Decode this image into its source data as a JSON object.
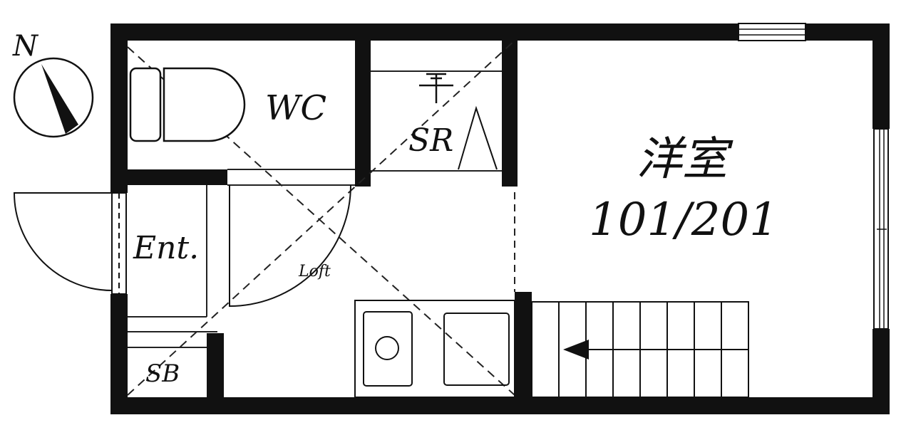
{
  "colors": {
    "wall": "#111111",
    "paper": "#ffffff",
    "line": "#222222"
  },
  "compass": {
    "label": "N",
    "icon": "north-arrow-icon"
  },
  "rooms": {
    "wc": "WC",
    "sr": "SR",
    "western_room": "洋室",
    "unit_numbers": "101/201",
    "entrance": "Ent.",
    "loft": "Loft",
    "shoe_box": "SB"
  },
  "icons": [
    "toilet-icon",
    "shower-icon",
    "sink-icon",
    "stove-icon",
    "stairs-arrow-icon",
    "window-icon",
    "door-swing-icon"
  ]
}
